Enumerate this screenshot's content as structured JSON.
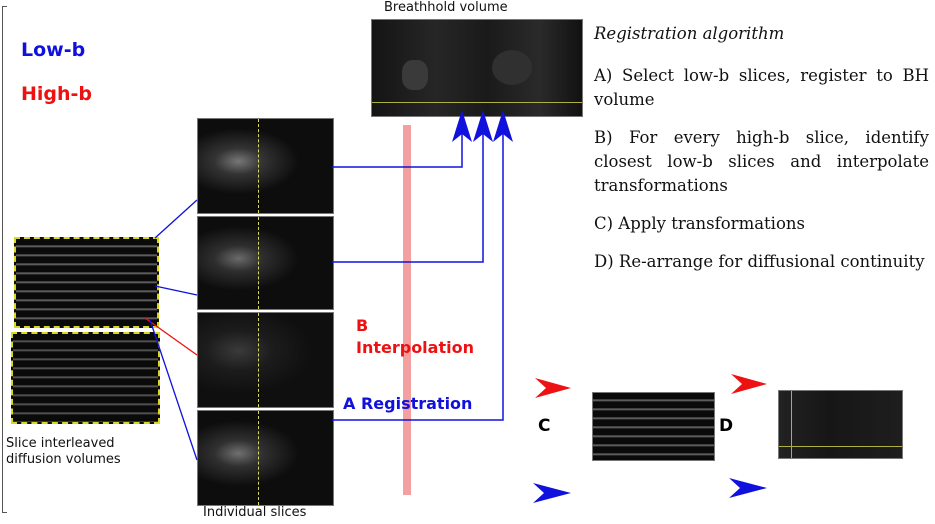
{
  "legend": {
    "low_b": "Low-b",
    "high_b": "High-b",
    "low_b_color": "#1111dd",
    "high_b_color": "#ee1111"
  },
  "captions": {
    "breathhold": "Breathhold volume",
    "volumes_line1": "Slice interleaved",
    "volumes_line2": "diffusion volumes",
    "slices": "Individual slices"
  },
  "algorithm": {
    "title": "Registration algorithm",
    "step_a": "A) Select low-b slices, register to BH volume",
    "step_b": "B) For every high-b slice, identify closest low-b slices and interpolate transformations",
    "step_c": "C) Apply transformations",
    "step_d": "D) Re-arrange for diffusional continuity"
  },
  "labels": {
    "b_letter": "B",
    "b_text": "Interpolation",
    "a_text": "A Registration",
    "c": "C",
    "d": "D"
  },
  "slices": [
    {
      "type": "low-b"
    },
    {
      "type": "low-b"
    },
    {
      "type": "high-b"
    },
    {
      "type": "low-b"
    }
  ],
  "colors": {
    "interpolation_bar": "#f4a0a0",
    "crosshair": "#d8d860",
    "volume_border": "#d8d820"
  }
}
